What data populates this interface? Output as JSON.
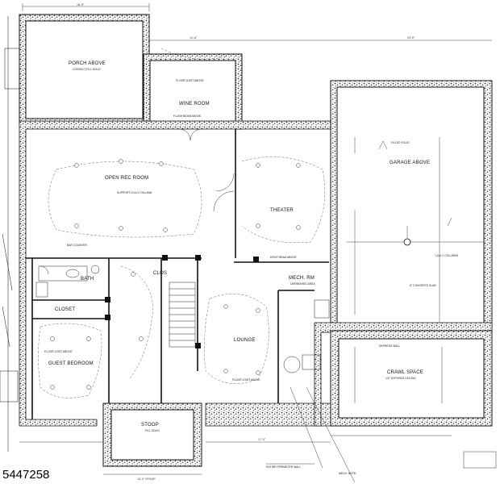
{
  "listing_id": "5447258",
  "rooms": {
    "porch": {
      "name": "PORCH ABOVE",
      "note": "CONTACT FILL SOLID"
    },
    "wine": {
      "name": "WINE ROOM",
      "note": "FLOOR JOIST ABOVE"
    },
    "rec": {
      "name": "OPEN REC ROOM",
      "note": "SUPPORT LOLLY COLUMN"
    },
    "theater": {
      "name": "THEATER"
    },
    "garage": {
      "name": "GARAGE ABOVE",
      "note": "FILLED SOLID"
    },
    "mech": {
      "name": "MECH. RM",
      "note": "UNFINISHED AREA"
    },
    "bath": {
      "name": "BATH"
    },
    "clos": {
      "name": "CLOS"
    },
    "closet": {
      "name": "CLOSET"
    },
    "guest": {
      "name": "GUEST BEDROOM",
      "note": "FLOOR JOIST ABOVE"
    },
    "lounge": {
      "name": "LOUNGE",
      "note": "FLOOR JOIST ABOVE"
    },
    "crawl": {
      "name": "CRAWL SPACE",
      "note": "1/2\" EXPOSED CEILING"
    },
    "stoop": {
      "name": "STOOP",
      "note": "FILL SOLID"
    }
  },
  "notes": {
    "beam": "FLUSH BEAM ABOVE",
    "bar": "BAR COUNTER",
    "drop_beam": "DROP BEAM ABOVE",
    "slab": "5\" CONCRETE SLAB",
    "lolly": "LOLLY COLUMNS",
    "depress": "DEPRESS WALL",
    "perimeter": "ENTIRE PERIMETER WALL",
    "mech_note": "MECH. NOTE:"
  },
  "dims": {
    "top_left": "18'-5\"",
    "top_mid": "14'-6\"",
    "top_right": "23'-0\"",
    "bottom_left": "13'-0\" STOOP",
    "bottom_mid": "17'-0\""
  }
}
